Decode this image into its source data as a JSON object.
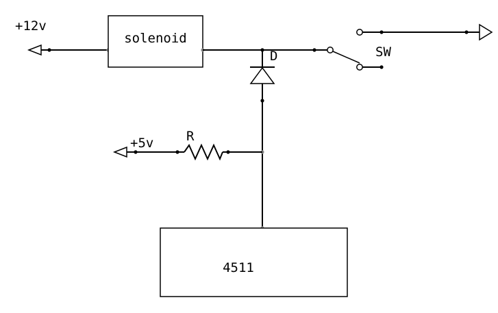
{
  "diagram": {
    "labels": {
      "supply_12v": "+12v",
      "solenoid": "solenoid",
      "diode": "D",
      "switch": "SW",
      "supply_5v": "+5v",
      "resistor": "R",
      "chip": "4511"
    }
  }
}
